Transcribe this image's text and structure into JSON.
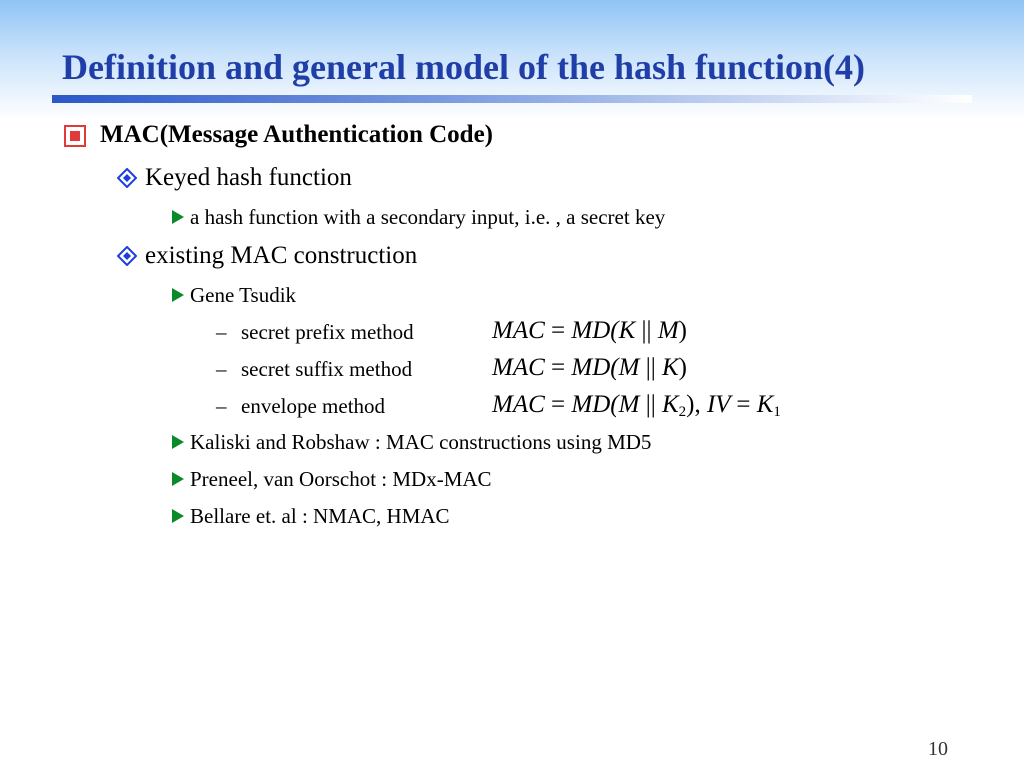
{
  "slide": {
    "title": "Definition and general model of the hash function(4)",
    "page_number": "10",
    "colors": {
      "title": "#1f3ea8",
      "square_bullet": "#e03a3a",
      "diamond_bullet": "#1a3ee0",
      "triangle_bullet": "#0a8a2a"
    },
    "icons": {
      "level1": "square-bullet-icon",
      "level2": "diamond-bullet-icon",
      "level3": "triangle-bullet-icon"
    }
  },
  "content": {
    "mac_heading": "MAC(Message Authentication Code)",
    "keyed_hash": "Keyed hash function",
    "keyed_hash_detail": "a hash function with a secondary input, i.e. , a secret key",
    "existing_mac": "existing MAC construction",
    "gene_tsudik": "Gene Tsudik",
    "methods": [
      {
        "dash": "–",
        "label": "secret prefix method",
        "lhs": "MAC",
        "eq": "=",
        "md": "MD(",
        "a": "K",
        "sep": "||",
        "b": "M",
        "close": ")"
      },
      {
        "dash": "–",
        "label": "secret suffix method",
        "lhs": "MAC",
        "eq": "=",
        "md": "MD(",
        "a": "M",
        "sep": "||",
        "b": "K",
        "close": ")"
      },
      {
        "dash": "–",
        "label": "envelope method",
        "lhs": "MAC",
        "eq": "=",
        "md": "MD(",
        "a": "M",
        "sep": "||",
        "b": "K",
        "b_sub": "2",
        "close": "),",
        "iv": "IV",
        "eq2": "=",
        "k": "K",
        "k_sub": "1"
      }
    ],
    "kaliski": "Kaliski and Robshaw : MAC constructions using MD5",
    "preneel": "Preneel, van Oorschot : MDx-MAC",
    "bellare": "Bellare et. al : NMAC, HMAC"
  }
}
